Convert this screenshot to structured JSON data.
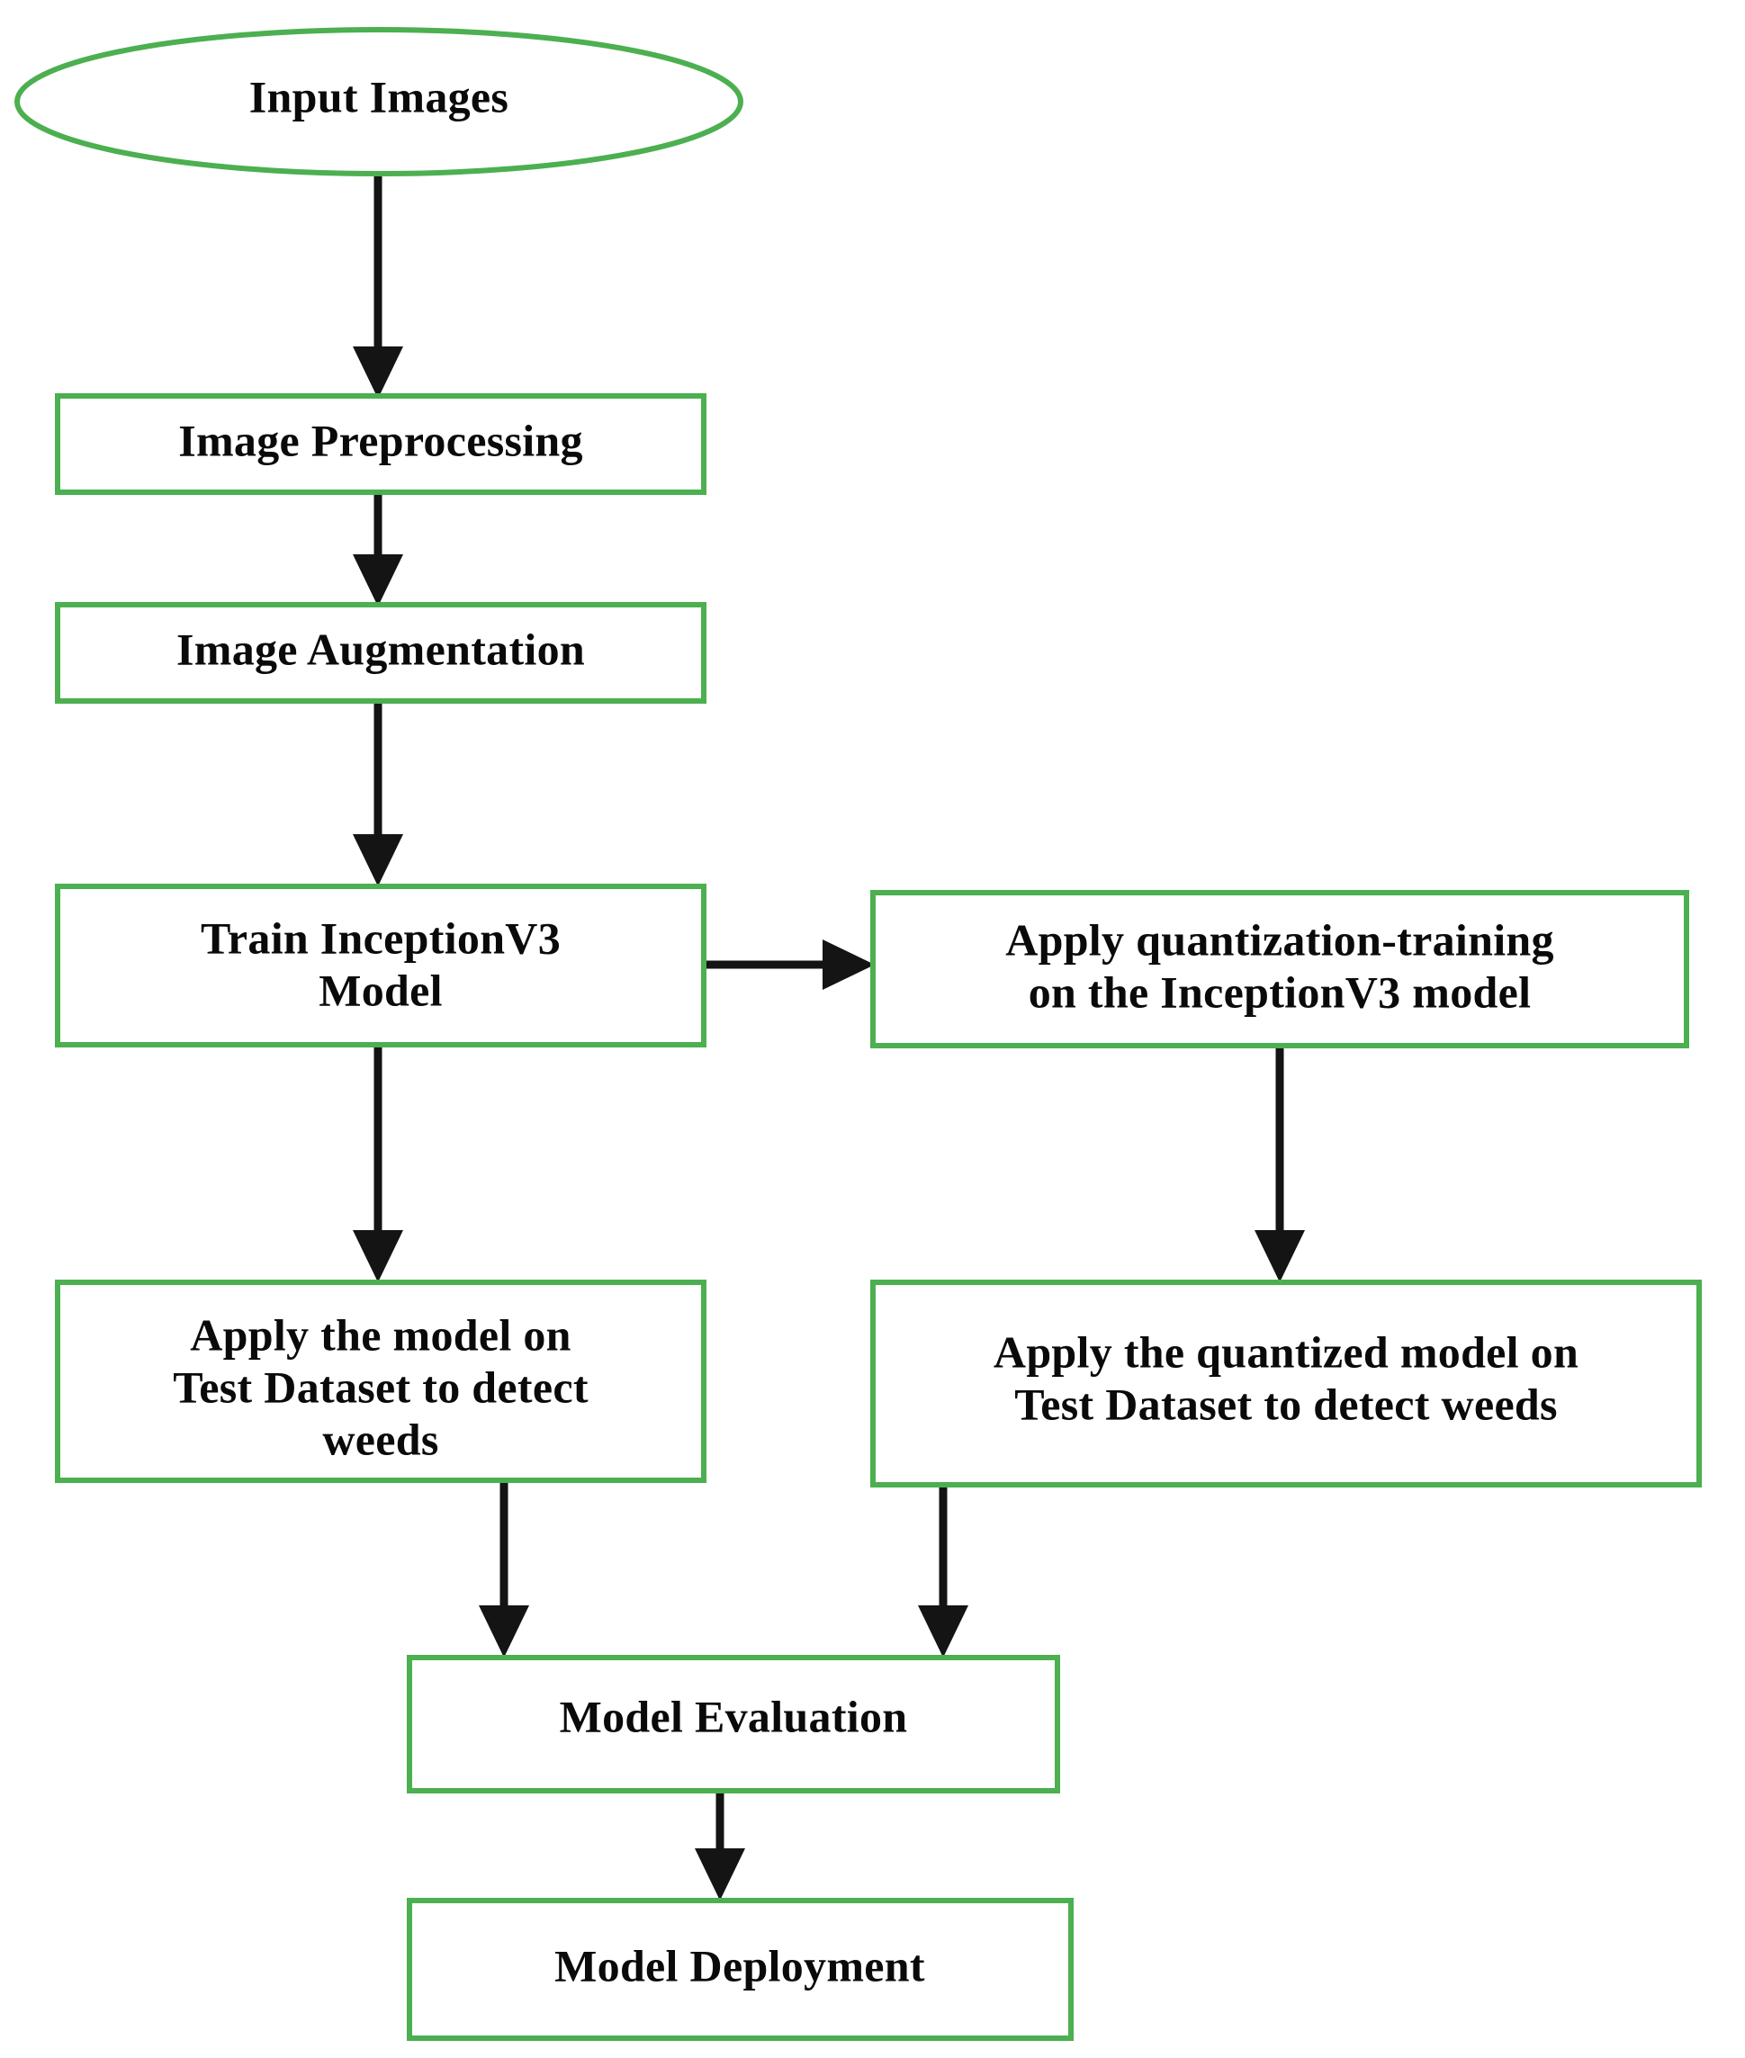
{
  "diagram": {
    "title": "Weed detection model workflow flowchart",
    "colors": {
      "node_border": "#4caf50",
      "node_fill": "#ffffff",
      "edge": "#141414",
      "text": "#0a0a0a",
      "background": "#ffffff"
    },
    "nodes": [
      {
        "id": "input-images",
        "shape": "ellipse",
        "lines": [
          "Input Images"
        ]
      },
      {
        "id": "image-preprocessing",
        "shape": "rectangle",
        "lines": [
          "Image Preprocessing"
        ]
      },
      {
        "id": "image-augmentation",
        "shape": "rectangle",
        "lines": [
          "Image Augmentation"
        ]
      },
      {
        "id": "train-inceptionv3-model",
        "shape": "rectangle",
        "lines": [
          "Train InceptionV3",
          "Model"
        ]
      },
      {
        "id": "apply-quantization-training",
        "shape": "rectangle",
        "lines": [
          "Apply quantization-training",
          "on the InceptionV3 model"
        ]
      },
      {
        "id": "apply-model-test-dataset",
        "shape": "rectangle",
        "lines": [
          "Apply the model on",
          "Test Dataset to detect",
          "weeds"
        ]
      },
      {
        "id": "apply-quantized-model-test-dataset",
        "shape": "rectangle",
        "lines": [
          "Apply the quantized model on",
          "Test Dataset to detect weeds"
        ]
      },
      {
        "id": "model-evaluation",
        "shape": "rectangle",
        "lines": [
          "Model Evaluation"
        ]
      },
      {
        "id": "model-deployment",
        "shape": "rectangle",
        "lines": [
          "Model Deployment"
        ]
      }
    ],
    "edges": [
      {
        "id": "edge-input-to-preprocessing",
        "from": "input-images",
        "to": "image-preprocessing",
        "direction": "down"
      },
      {
        "id": "edge-preprocessing-to-augmentation",
        "from": "image-preprocessing",
        "to": "image-augmentation",
        "direction": "down"
      },
      {
        "id": "edge-augmentation-to-train",
        "from": "image-augmentation",
        "to": "train-inceptionv3-model",
        "direction": "down"
      },
      {
        "id": "edge-train-to-quantization",
        "from": "train-inceptionv3-model",
        "to": "apply-quantization-training",
        "direction": "right"
      },
      {
        "id": "edge-train-to-apply-model",
        "from": "train-inceptionv3-model",
        "to": "apply-model-test-dataset",
        "direction": "down"
      },
      {
        "id": "edge-quantization-to-apply-quantized",
        "from": "apply-quantization-training",
        "to": "apply-quantized-model-test-dataset",
        "direction": "down"
      },
      {
        "id": "edge-apply-model-to-evaluation",
        "from": "apply-model-test-dataset",
        "to": "model-evaluation",
        "direction": "down"
      },
      {
        "id": "edge-apply-quantized-to-evaluation",
        "from": "apply-quantized-model-test-dataset",
        "to": "model-evaluation",
        "direction": "down"
      },
      {
        "id": "edge-evaluation-to-deployment",
        "from": "model-evaluation",
        "to": "model-deployment",
        "direction": "down"
      }
    ],
    "node_labels": {
      "input_images": "Input Images",
      "image_preprocessing": "Image Preprocessing",
      "image_augmentation": "Image Augmentation",
      "train_line1": "Train InceptionV3",
      "train_line2": "Model",
      "quant_line1": "Apply quantization-training",
      "quant_line2": "on the InceptionV3 model",
      "apply_model_line1": "Apply the model on",
      "apply_model_line2": "Test Dataset to detect",
      "apply_model_line3": "weeds",
      "apply_quant_line1": "Apply the quantized model on",
      "apply_quant_line2": "Test Dataset to detect weeds",
      "model_evaluation": "Model Evaluation",
      "model_deployment": "Model Deployment"
    }
  }
}
